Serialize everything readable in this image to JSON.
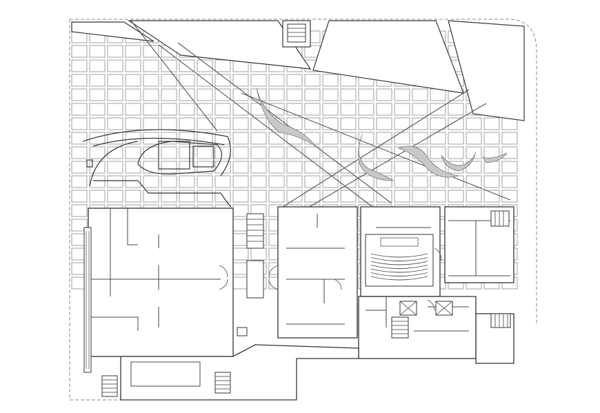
{
  "diagram": {
    "type": "architectural-floor-plan",
    "labels": [],
    "colors": {
      "background": "#ffffff",
      "linework": "#333333",
      "paving_grid": "#777777",
      "paving_dash": "#888888",
      "sculpture_fill": "#c8c8c8",
      "sculpture_stroke": "#777777"
    },
    "paving_grid": {
      "columns": 26,
      "rows": 18
    },
    "sculptures": 5,
    "auditorium_seat_rows": 7,
    "icons": [
      "paving-grid",
      "walkway-path",
      "leaf-sculpture",
      "stair-icon",
      "elevator-icon",
      "auditorium-seating"
    ]
  }
}
